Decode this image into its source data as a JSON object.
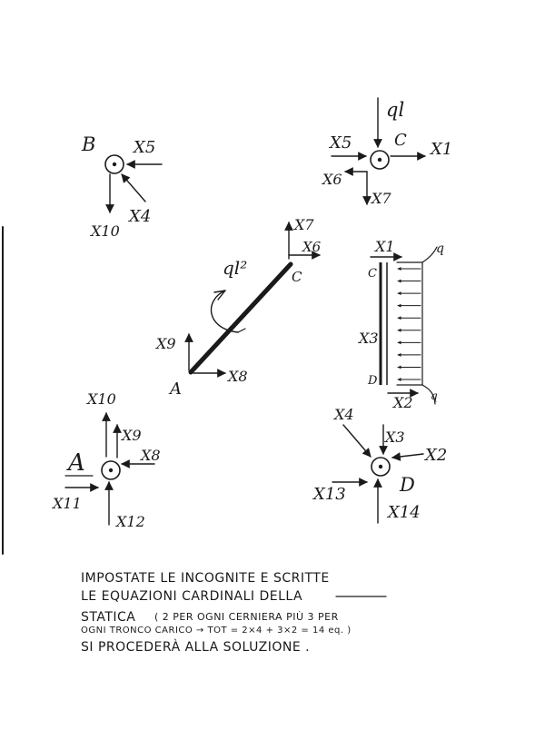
{
  "node_B": {
    "name": "B",
    "forces": [
      "X5",
      "X4",
      "X10"
    ]
  },
  "node_C": {
    "name": "C",
    "load": "ql",
    "forces": [
      "X5",
      "X1",
      "X6",
      "X7"
    ]
  },
  "beam_AC": {
    "end_a": "A",
    "end_c": "C",
    "moment": "ql²",
    "forces": [
      "X7",
      "X6",
      "X9",
      "X8"
    ]
  },
  "beam_CD": {
    "end_c": "C",
    "end_d": "D",
    "load": "q",
    "forces": [
      "X1",
      "X3",
      "X2"
    ],
    "load_end": "q"
  },
  "node_A": {
    "name": "A",
    "forces": [
      "X10",
      "X9",
      "X8",
      "X11",
      "X12"
    ]
  },
  "node_D": {
    "name": "D",
    "forces": [
      "X4",
      "X3",
      "X2",
      "X13",
      "X14"
    ]
  },
  "note": {
    "line1": "IMPOSTATE LE INCOGNITE E SCRITTE",
    "line2": "LE EQUAZIONI CARDINALI DELLA",
    "line3a": "STATICA",
    "line3b": "( 2 PER OGNI CERNIERA PIÙ 3 PER",
    "line4": "OGNI TRONCO CARICO → TOT = 2×4 + 3×2 = 14 eq. )",
    "line5": "SI PROCEDERÀ ALLA SOLUZIONE ."
  }
}
